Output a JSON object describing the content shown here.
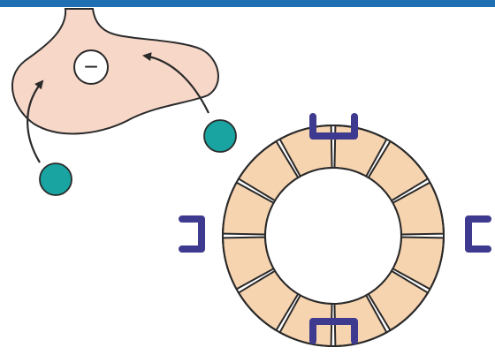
{
  "diagram": {
    "colors": {
      "header_bar": "#1f6fb2",
      "cell_body": "#f7d7c8",
      "outline": "#2a2a2a",
      "ion": "#19a3a1",
      "segment_fill": "#f7d4b0",
      "receptor": "#3e3a8f",
      "background": "#ffffff"
    },
    "cell": {
      "charge_symbol": "−"
    },
    "ions": {
      "count": 2
    },
    "ring": {
      "segment_count": 12,
      "receptor_count": 4
    },
    "arrows": {
      "count": 2
    }
  }
}
